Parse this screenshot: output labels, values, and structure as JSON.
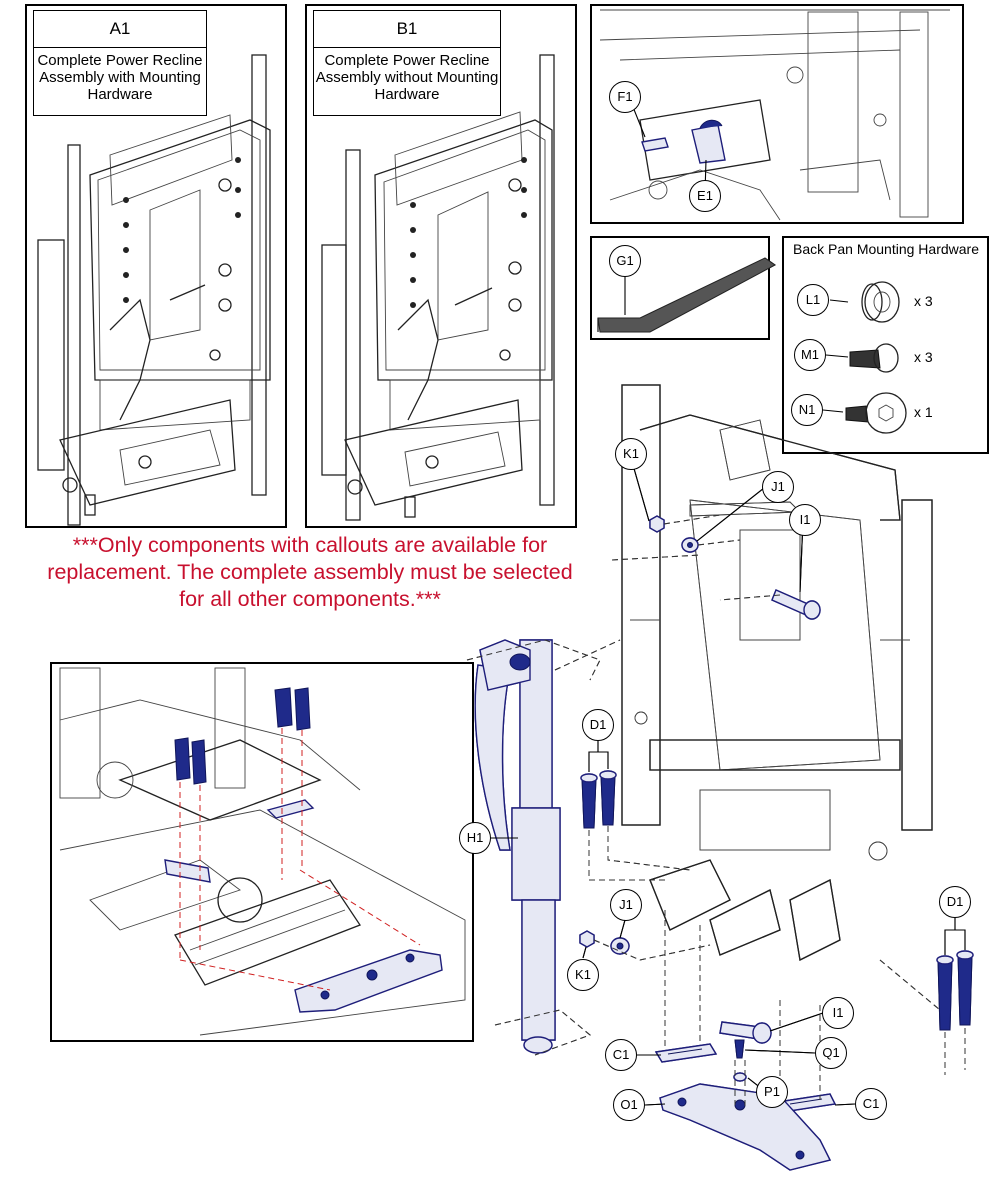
{
  "assemblies": [
    {
      "code": "A1",
      "description": "Complete Power Recline Assembly with Mounting Hardware"
    },
    {
      "code": "B1",
      "description": "Complete Power Recline Assembly without Mounting Hardware"
    }
  ],
  "note": "***Only components with callouts are available for replacement. The complete assembly must be selected for all other components.***",
  "back_pan_hardware": {
    "title": "Back Pan Mounting Hardware",
    "items": [
      {
        "callout": "L1",
        "quantity": "x 3"
      },
      {
        "callout": "M1",
        "quantity": "x 3"
      },
      {
        "callout": "N1",
        "quantity": "x 1"
      }
    ]
  },
  "callouts": {
    "f1": "F1",
    "e1": "E1",
    "g1": "G1",
    "k1_top": "K1",
    "j1_top": "J1",
    "i1_top": "I1",
    "d1_left": "D1",
    "h1": "H1",
    "j1_bottom": "J1",
    "k1_bottom": "K1",
    "d1_right": "D1",
    "i1_bottom": "I1",
    "c1_left": "C1",
    "q1": "Q1",
    "p1": "P1",
    "o1": "O1",
    "c1_right": "C1"
  }
}
